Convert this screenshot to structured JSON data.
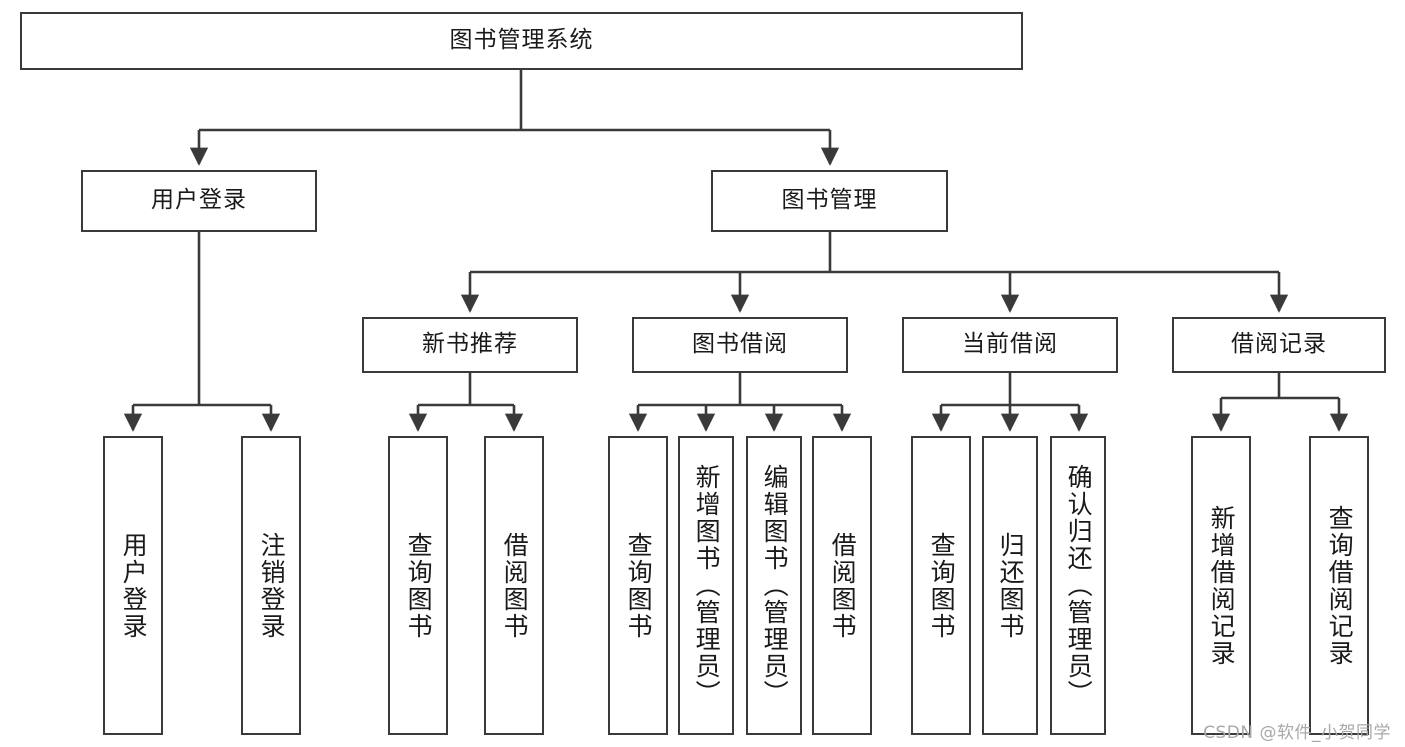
{
  "diagram": {
    "title": "图书管理系统",
    "type": "tree-hierarchy",
    "watermark": "CSDN @软件_小贺同学",
    "root": {
      "label": "图书管理系统"
    },
    "level1": [
      {
        "label": "用户登录"
      },
      {
        "label": "图书管理"
      }
    ],
    "level2": [
      {
        "label": "新书推荐"
      },
      {
        "label": "图书借阅"
      },
      {
        "label": "当前借阅"
      },
      {
        "label": "借阅记录"
      }
    ],
    "leaves": {
      "user_login": [
        {
          "label": "用户登录"
        },
        {
          "label": "注销登录"
        }
      ],
      "new_book_recommend": [
        {
          "label": "查询图书"
        },
        {
          "label": "借阅图书"
        }
      ],
      "book_borrow": [
        {
          "label": "查询图书"
        },
        {
          "label": "新增图书（管理员）"
        },
        {
          "label": "编辑图书（管理员）"
        },
        {
          "label": "借阅图书"
        }
      ],
      "current_borrow": [
        {
          "label": "查询图书"
        },
        {
          "label": "归还图书"
        },
        {
          "label": "确认归还（管理员）"
        }
      ],
      "borrow_record": [
        {
          "label": "新增借阅记录"
        },
        {
          "label": "查询借阅记录"
        }
      ]
    },
    "colors": {
      "border": "#3a3a3a",
      "text": "#1a1a1a",
      "background": "#ffffff",
      "connector": "#3a3a3a",
      "watermark": "#a9a9a9"
    }
  }
}
